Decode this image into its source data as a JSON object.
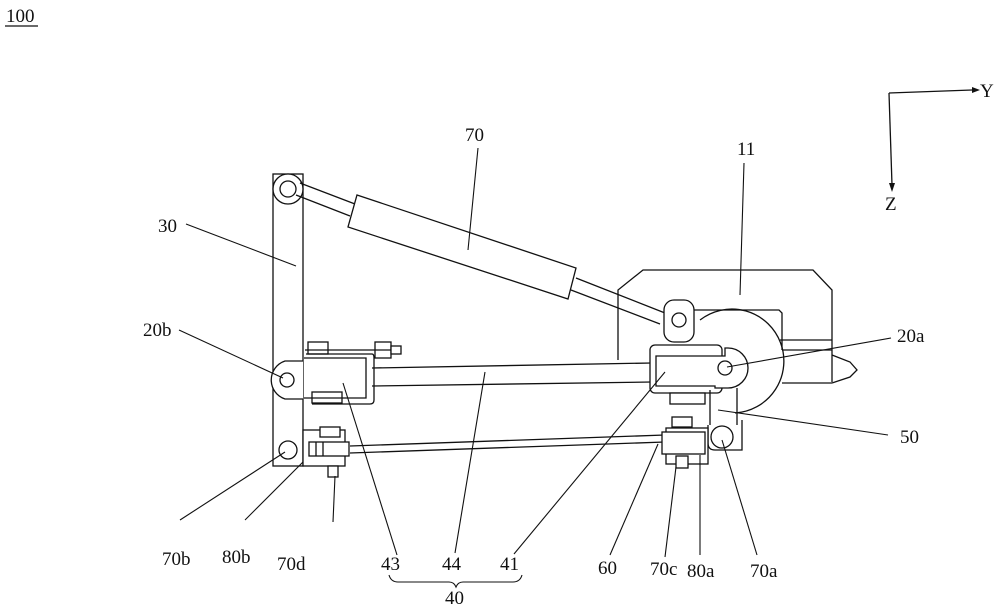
{
  "figure": {
    "number": "100",
    "description": "Mechanical linkage assembly, side view"
  },
  "axes": {
    "horizontal": "Y",
    "vertical": "Z"
  },
  "labels": {
    "l70": "70",
    "l11": "11",
    "l30": "30",
    "l20b": "20b",
    "l20a": "20a",
    "l50": "50",
    "l70b": "70b",
    "l80b": "80b",
    "l70d": "70d",
    "l43": "43",
    "l44": "44",
    "l41": "41",
    "l40": "40",
    "l60": "60",
    "l70c": "70c",
    "l80a": "80a",
    "l70a": "70a"
  }
}
